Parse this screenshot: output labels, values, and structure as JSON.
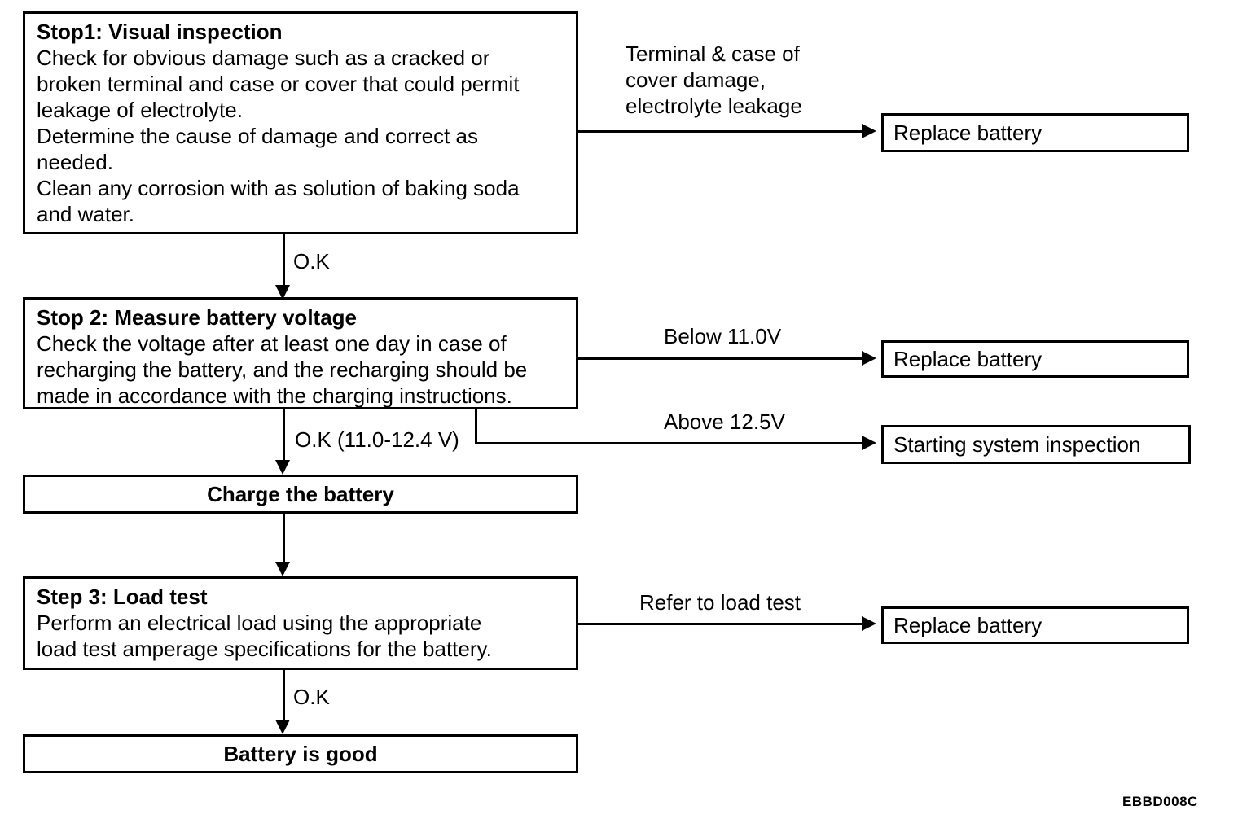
{
  "nodes": {
    "step1": {
      "title": "Stop1: Visual inspection",
      "body": "Check for obvious damage such as a cracked or\nbroken terminal and case or cover that could permit\nleakage of electrolyte.\nDetermine the cause of damage and correct as\nneeded.\nClean any corrosion with as solution of baking soda\nand water."
    },
    "step2": {
      "title": "Stop 2: Measure battery voltage",
      "body": "Check the voltage after at least one day in case of\nrecharging the battery, and the recharging should be\nmade in accordance with the charging instructions."
    },
    "charge": {
      "label": "Charge the battery"
    },
    "step3": {
      "title": "Step 3: Load test",
      "body": "Perform an electrical load using the appropriate\nload test amperage specifications for the battery."
    },
    "battery_good": {
      "label": "Battery is good"
    },
    "replace_battery_1": {
      "label": "Replace battery"
    },
    "replace_battery_2": {
      "label": "Replace battery"
    },
    "starting_system": {
      "label": "Starting system inspection"
    },
    "replace_battery_3": {
      "label": "Replace battery"
    }
  },
  "edge_labels": {
    "ok_1": "O.K",
    "terminal_damage": "Terminal & case of\ncover damage,\nelectrolyte leakage",
    "below_11v": "Below 11.0V",
    "above_12_5v": "Above 12.5V",
    "ok_range": "O.K (11.0-12.4 V)",
    "refer_load_test": "Refer to load test",
    "ok_3": "O.K"
  },
  "figure_code": "EBBD008C",
  "colors": {
    "ink": "#000000",
    "background": "#ffffff"
  }
}
